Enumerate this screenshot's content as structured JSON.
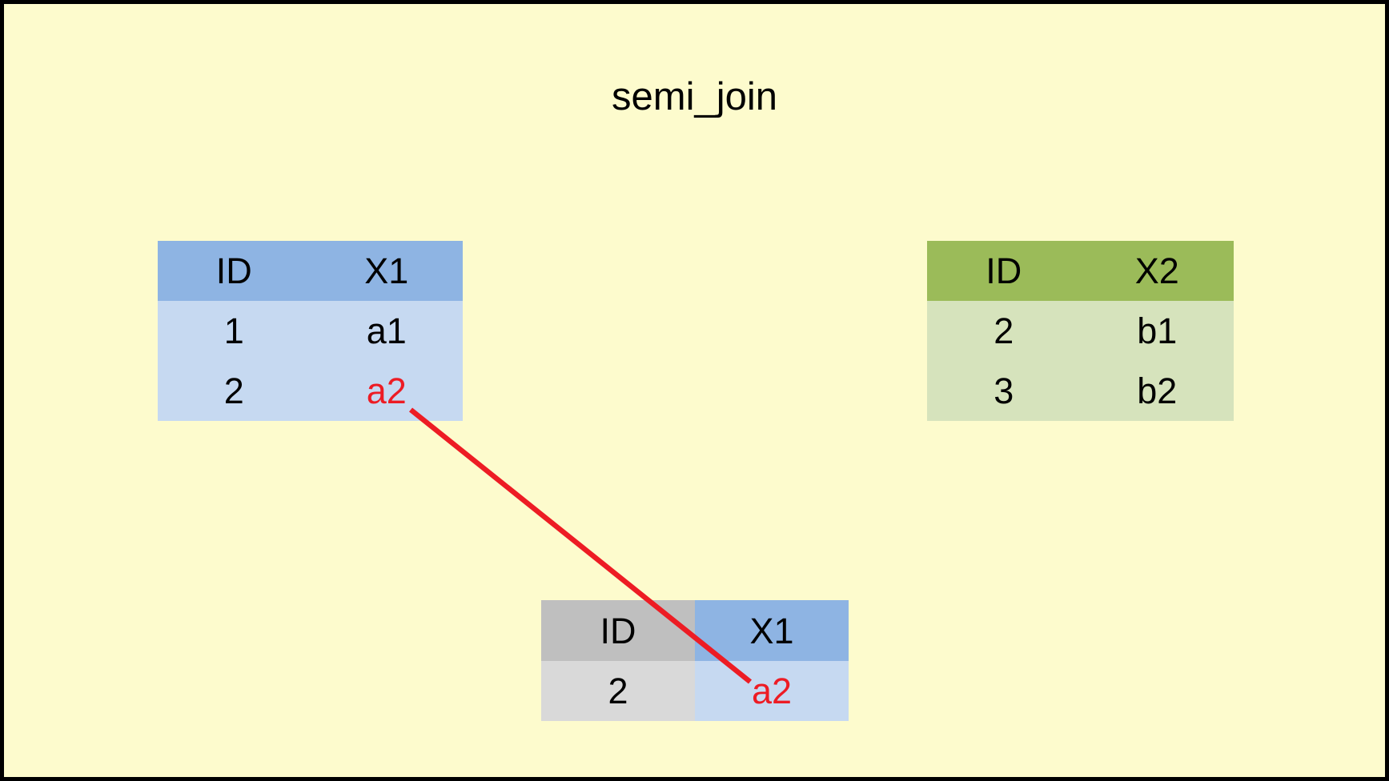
{
  "title": "semi_join",
  "colors": {
    "background": "#FDFBCD",
    "frame_border": "#000000",
    "blue_header": "#8EB4E3",
    "blue_body": "#C6D9F1",
    "green_header": "#9BBB59",
    "green_body": "#D6E3BC",
    "gray_header": "#BFBFBF",
    "gray_body": "#D9D9D9",
    "highlight_red": "#ED1C24",
    "text": "#000000"
  },
  "tables": {
    "x": {
      "columns": [
        "ID",
        "X1"
      ],
      "rows": [
        [
          "1",
          "a1"
        ],
        [
          "2",
          "a2"
        ]
      ],
      "highlighted_value": "a2"
    },
    "y": {
      "columns": [
        "ID",
        "X2"
      ],
      "rows": [
        [
          "2",
          "b1"
        ],
        [
          "3",
          "b2"
        ]
      ]
    },
    "result": {
      "columns": [
        "ID",
        "X1"
      ],
      "rows": [
        [
          "2",
          "a2"
        ]
      ],
      "highlighted_value": "a2"
    }
  },
  "connector": {
    "from": "a2 cell in left source table",
    "to": "a2 cell in result table",
    "color": "#ED1C24"
  }
}
